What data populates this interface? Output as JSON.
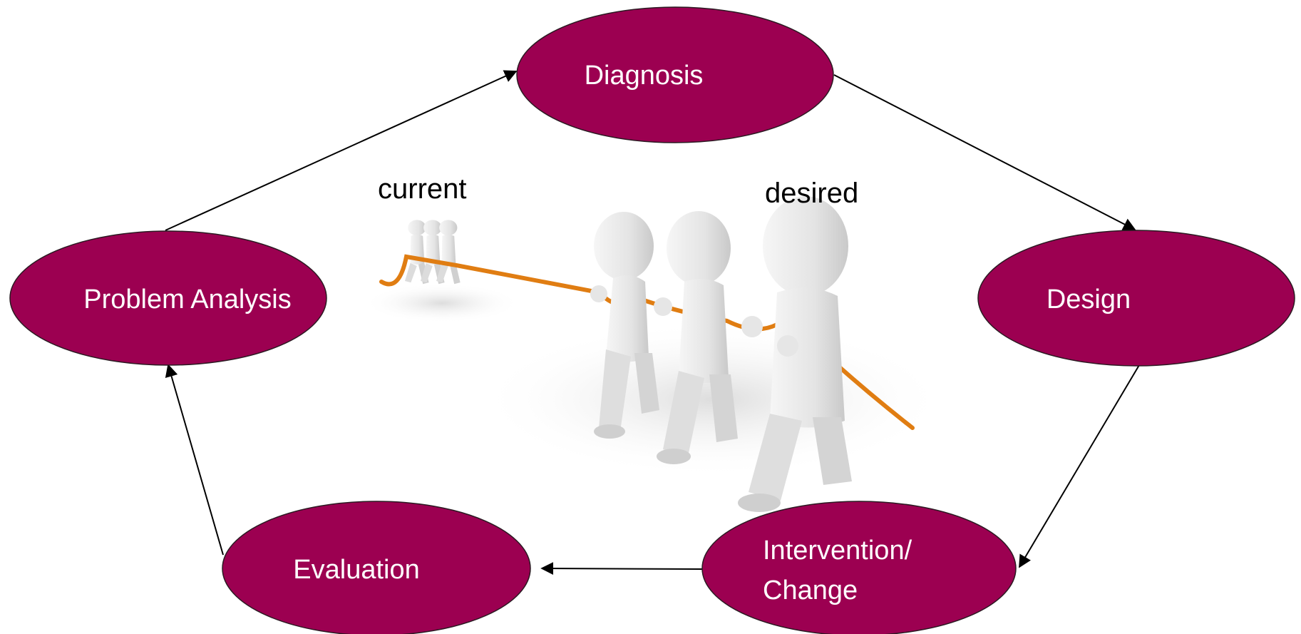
{
  "colors": {
    "node_fill": "#9c0051",
    "node_text": "#ffffff",
    "edge": "#000000",
    "rope": "#e07d12",
    "figure": "#e9e9e9"
  },
  "nodes": {
    "diagnosis": "Diagnosis",
    "design": "Design",
    "intervention_line1": "Intervention/",
    "intervention_line2": "Change",
    "evaluation": "Evaluation",
    "problem_analysis": "Problem Analysis"
  },
  "illustration": {
    "current_label": "current",
    "desired_label": "desired",
    "icon": "tug-of-war-figures"
  }
}
